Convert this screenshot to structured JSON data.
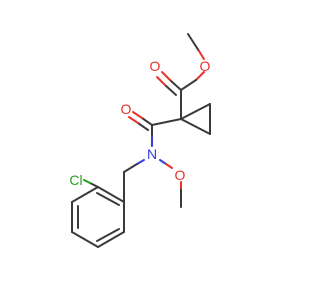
{
  "molecule": {
    "atoms": {
      "o_carbonyl_ester": "O",
      "o_ester": "O",
      "o_carbonyl_amide": "O",
      "n_amide": "N",
      "o_methoxy": "O",
      "cl": "Cl"
    },
    "colors": {
      "bond": "#3a3a3a",
      "oxygen": "#e8322a",
      "nitrogen": "#3040d8",
      "chlorine": "#1fa31f",
      "background": "#ffffff"
    }
  }
}
